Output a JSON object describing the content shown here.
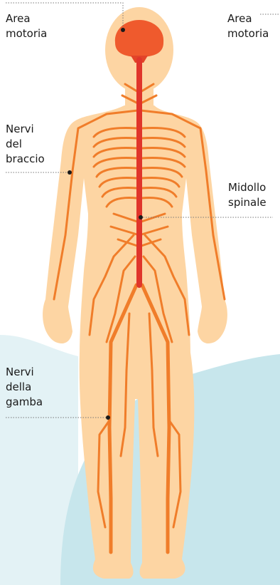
{
  "labels": {
    "area_motoria_left": "Area\nmotoria",
    "area_motoria_right": "Area\nmotoria",
    "nervi_braccio": "Nervi\ndel\nbraccio",
    "midollo_spinale": "Midollo\nspinale",
    "nervi_gamba": "Nervi\ndella\ngamba"
  },
  "colors": {
    "body_skin": "#fdd5a3",
    "brain": "#ef5a2d",
    "spinal_cord": "#e0352b",
    "nerves": "#f07d2a",
    "background_water": "#c7e6ec",
    "leader_line": "#777777"
  }
}
